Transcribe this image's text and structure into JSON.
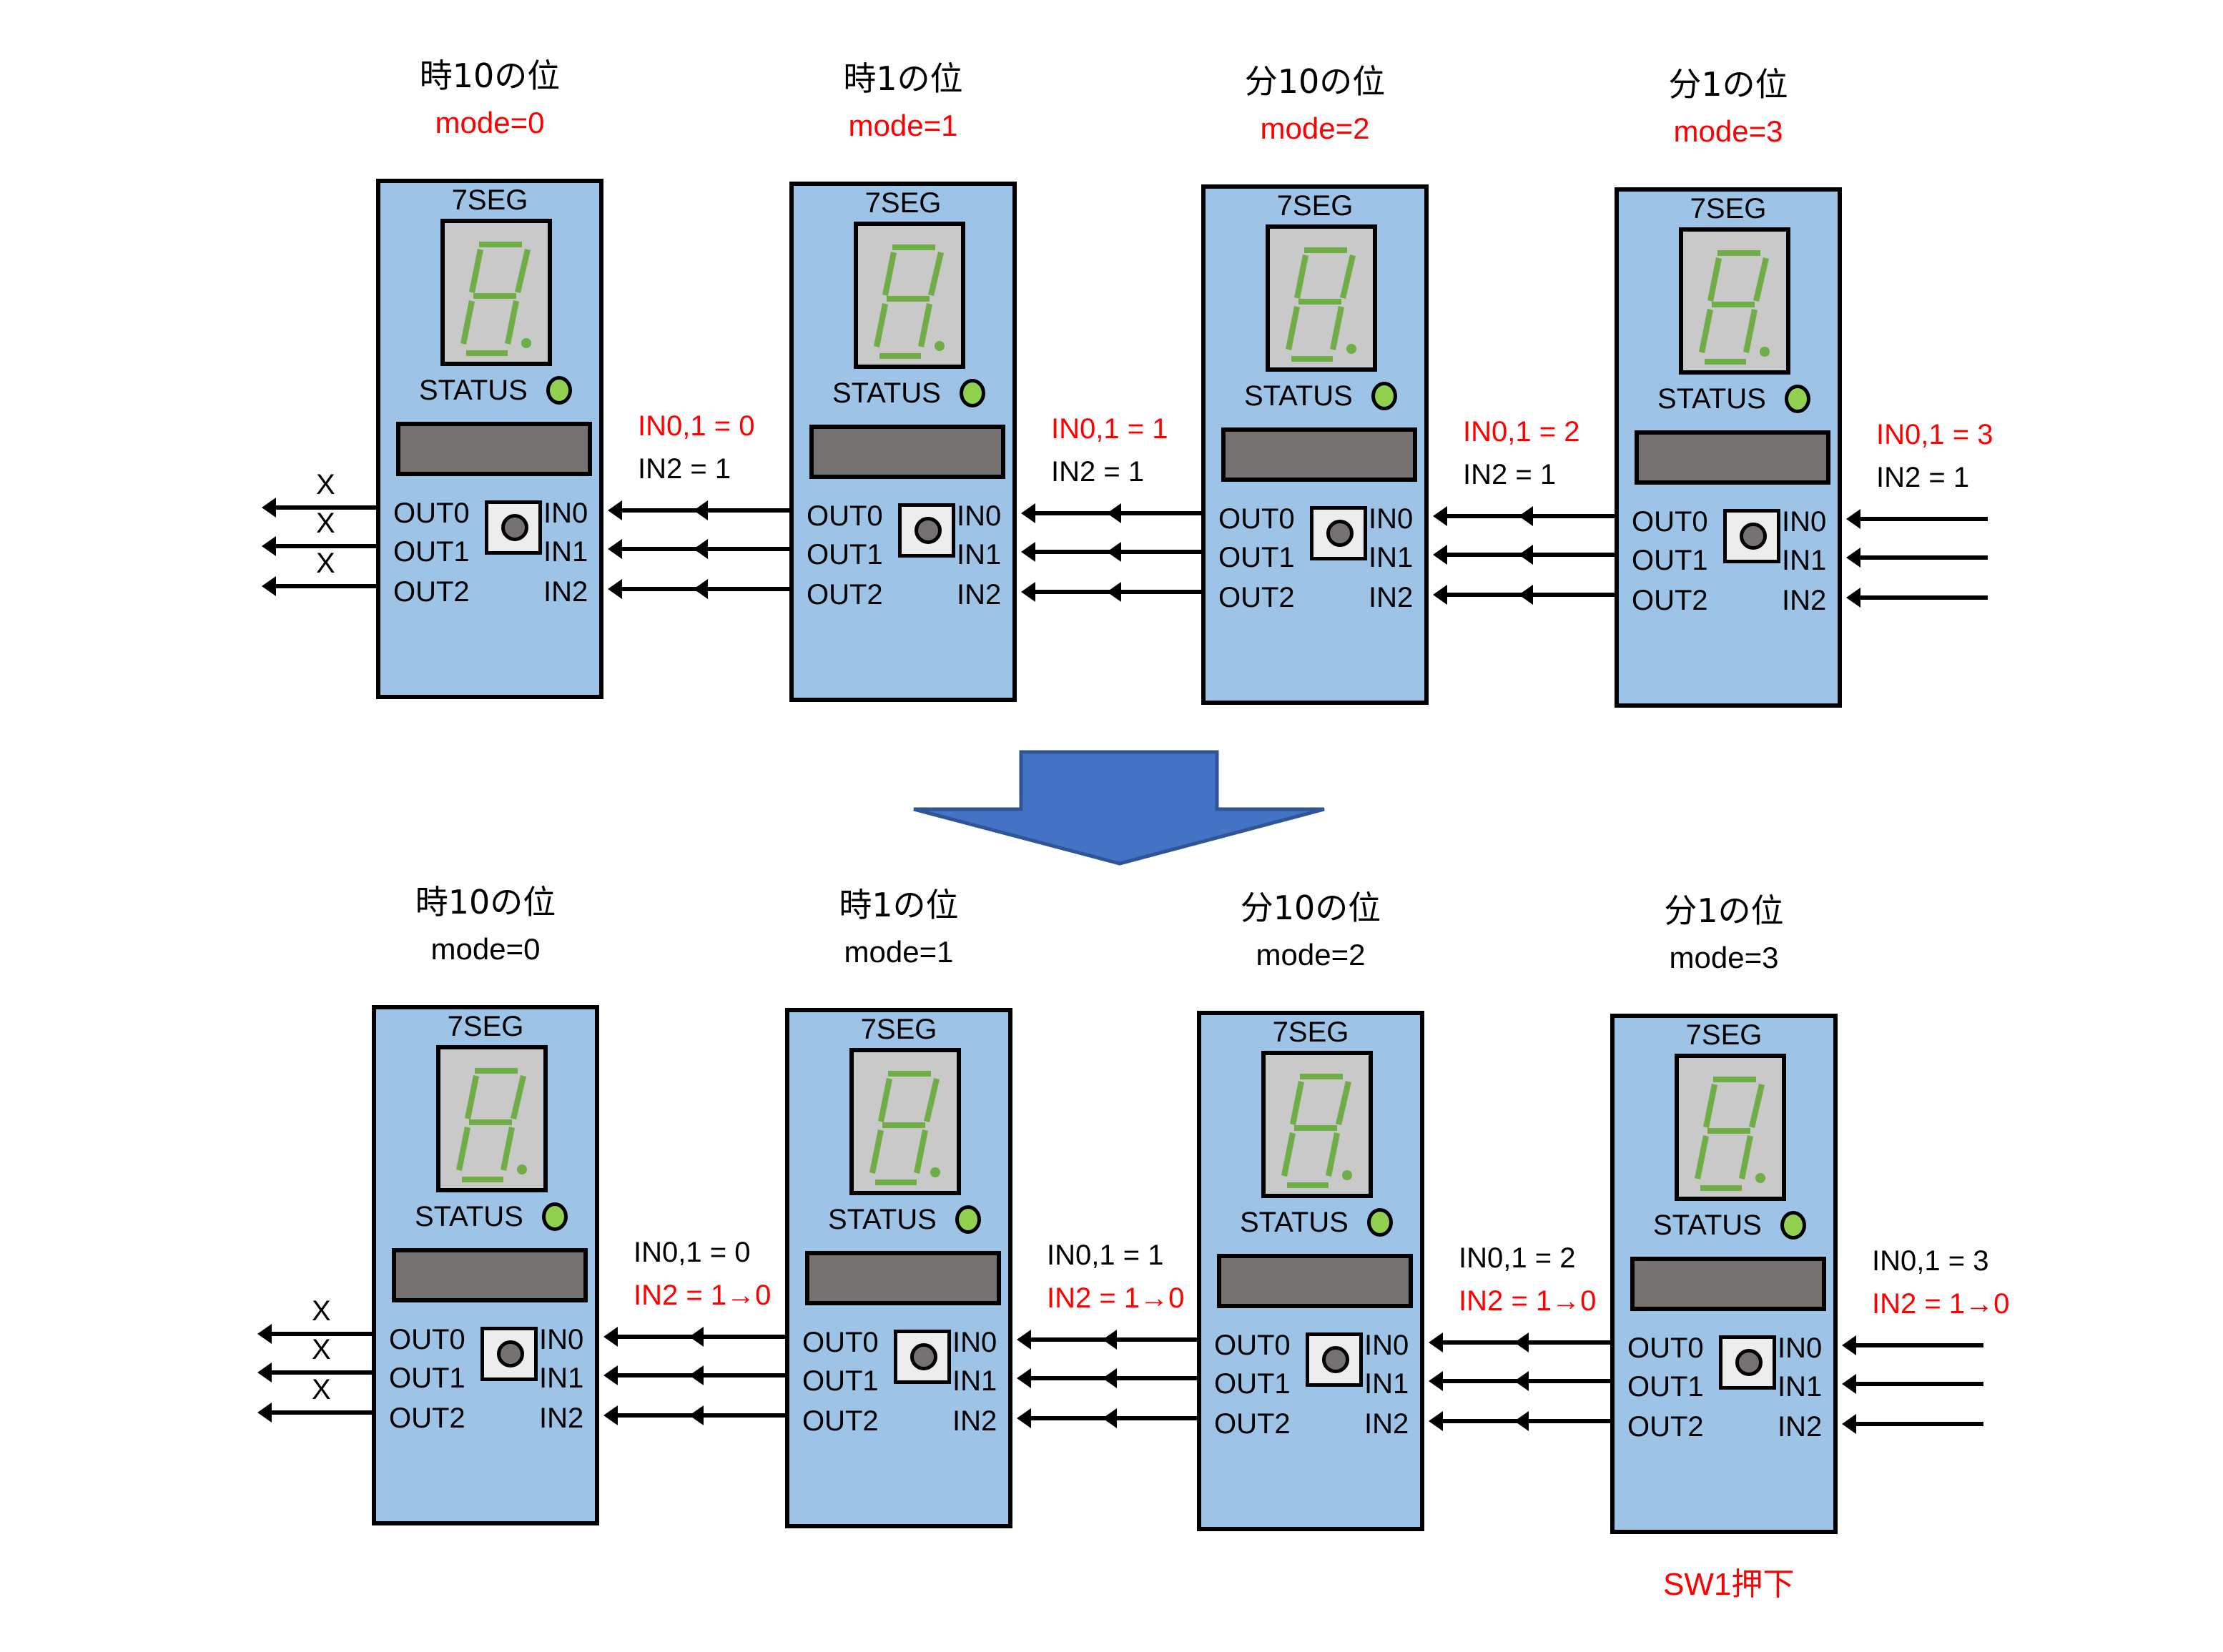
{
  "rows": [
    {
      "modules": [
        {
          "title": "時10の位",
          "mode": "mode=0",
          "mode_color": "red"
        },
        {
          "title": "時1の位",
          "mode": "mode=1",
          "mode_color": "red"
        },
        {
          "title": "分10の位",
          "mode": "mode=2",
          "mode_color": "red"
        },
        {
          "title": "分1の位",
          "mode": "mode=3",
          "mode_color": "red"
        }
      ],
      "signals": [
        {
          "in01": "IN0,1 = 0",
          "in01_color": "red",
          "in2": "IN2 = 1",
          "in2_color": "black"
        },
        {
          "in01": "IN0,1 = 1",
          "in01_color": "red",
          "in2": "IN2 = 1",
          "in2_color": "black"
        },
        {
          "in01": "IN0,1 = 2",
          "in01_color": "red",
          "in2": "IN2 = 1",
          "in2_color": "black"
        },
        {
          "in01": "IN0,1 = 3",
          "in01_color": "red",
          "in2": "IN2 = 1",
          "in2_color": "black"
        }
      ]
    },
    {
      "modules": [
        {
          "title": "時10の位",
          "mode": "mode=0",
          "mode_color": "black"
        },
        {
          "title": "時1の位",
          "mode": "mode=1",
          "mode_color": "black"
        },
        {
          "title": "分10の位",
          "mode": "mode=2",
          "mode_color": "black"
        },
        {
          "title": "分1の位",
          "mode": "mode=3",
          "mode_color": "black"
        }
      ],
      "signals": [
        {
          "in01": "IN0,1 = 0",
          "in01_color": "black",
          "in2": "IN2 = 1→0",
          "in2_color": "red"
        },
        {
          "in01": "IN0,1 = 1",
          "in01_color": "black",
          "in2": "IN2 = 1→0",
          "in2_color": "red"
        },
        {
          "in01": "IN0,1 = 2",
          "in01_color": "black",
          "in2": "IN2 = 1→0",
          "in2_color": "red"
        },
        {
          "in01": "IN0,1 = 3",
          "in01_color": "black",
          "in2": "IN2 = 1→0",
          "in2_color": "red"
        }
      ]
    }
  ],
  "module_labels": {
    "seg": "7SEG",
    "status": "STATUS",
    "out0": "OUT0",
    "out1": "OUT1",
    "out2": "OUT2",
    "in0": "IN0",
    "in1": "IN1",
    "in2": "IN2"
  },
  "unconnected_mark": "X",
  "switch_note": "SW1押下",
  "colors": {
    "module_fill": "#9dc3e6",
    "segment_on": "#70ad47",
    "status_led": "#92d050",
    "lcd": "#767171",
    "arrow_fill": "#4472c4",
    "arrow_stroke": "#2f5597",
    "highlight": "#ff0000"
  }
}
